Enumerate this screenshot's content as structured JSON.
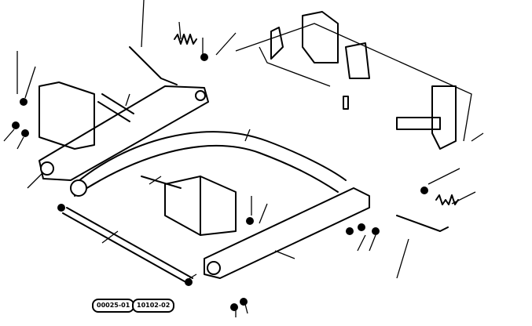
{
  "diagram": {
    "title": "Lift linkage assembly",
    "ref_codes": [
      "00025-01",
      "10102-02"
    ]
  }
}
